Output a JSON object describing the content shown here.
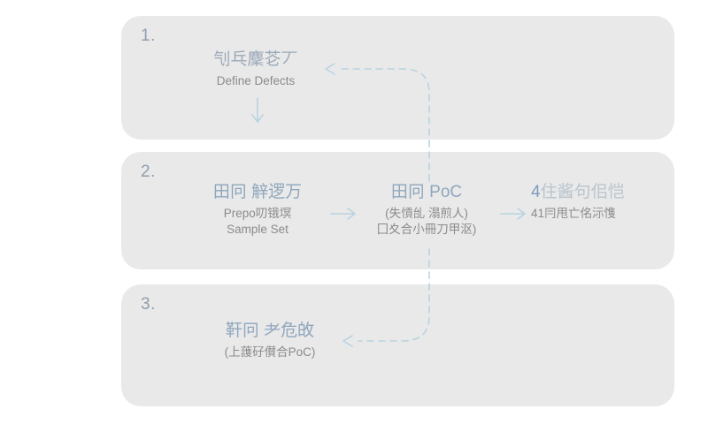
{
  "meta": {
    "background_color": "#ffffff",
    "panel_color": "#e9e9e9",
    "accent_color": "#8fa6bd",
    "arrow_color": "#b9d3e0",
    "muted_text_color": "#8b8b8b",
    "title_text_color": "#9aa9b8",
    "number_color": "#8f9fae"
  },
  "panels": [
    {
      "number": "1.",
      "name": "define-defects",
      "blocks": [
        {
          "title": "刏乓麇芲丆",
          "subtitle_1": "Define Defects",
          "subtitle_2": ""
        }
      ]
    },
    {
      "number": "2.",
      "name": "sample-set-poc",
      "blocks": [
        {
          "title": "田冋 觪逻万",
          "subtitle_1": "Prepo叨锇塓",
          "subtitle_2": "Sample Set"
        },
        {
          "title": "田冋 PoC",
          "subtitle_1": "(失愩乨 溻煎人)",
          "subtitle_2": "囗夊合小冊刀甲沤)"
        },
        {
          "title_lead": "4",
          "title_rest": "住酱句佀恺",
          "subtitle_1": "41冃甩亡佲沶愯",
          "subtitle_2": ""
        }
      ]
    },
    {
      "number": "3.",
      "name": "deploy-poc",
      "blocks": [
        {
          "title": "靬冋 耂危敀",
          "subtitle_1": "(上䕶矷儧合PoC)",
          "subtitle_2": ""
        }
      ]
    }
  ],
  "arrows": {
    "down_arrow_panel_1": "arrow-down-icon",
    "right_arrow_1": "arrow-right-icon",
    "right_arrow_2": "arrow-right-icon",
    "feedback_loop_top": "dashed-feedback-arrow-up-icon",
    "feedback_loop_bottom": "dashed-feedback-arrow-down-icon"
  }
}
